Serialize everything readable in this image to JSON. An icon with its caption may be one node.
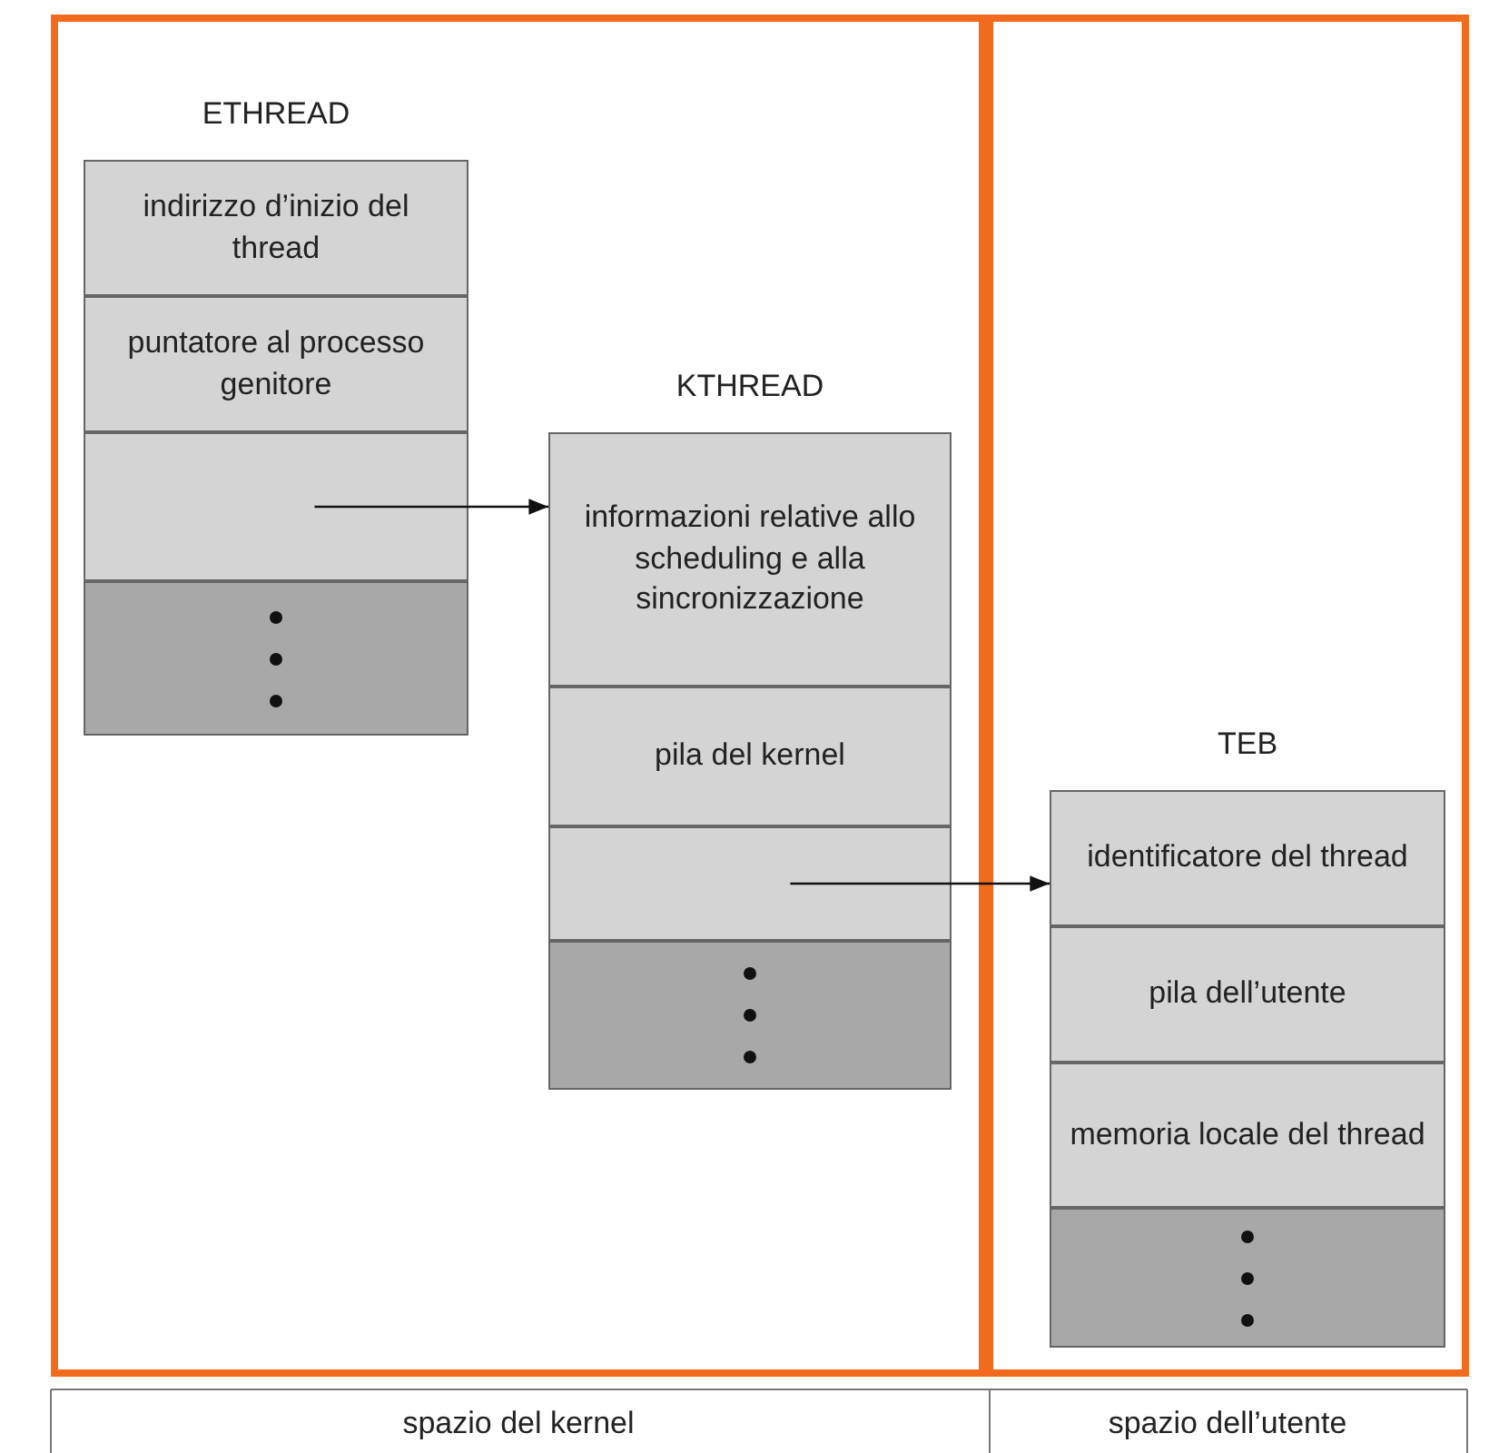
{
  "diagram": {
    "nodes": [
      {
        "text": [
          "spazio del kernel"
        ]
      },
      {
        "text": [
          "ETHREAD"
        ],
        "in": 0
      },
      {
        "text": [
          "indirizzo d’inizio del thread"
        ],
        "in": 1
      },
      {
        "text": [
          "puntatore al processo genitore"
        ],
        "in": 1
      },
      {
        "text": [],
        "shape": "box",
        "in": 1
      },
      {
        "text": [],
        "shape": "box",
        "in": 1
      },
      {
        "text": [
          "KTHREAD"
        ],
        "in": 0
      },
      {
        "text": [
          "informazioni relative allo scheduling e alla sincronizzazione"
        ],
        "in": 6
      },
      {
        "text": [
          "pila del kernel"
        ],
        "in": 6
      },
      {
        "text": [],
        "shape": "box",
        "in": 6
      },
      {
        "text": [],
        "shape": "box",
        "in": 6
      },
      {
        "text": [
          "spazio dell’utente"
        ]
      },
      {
        "text": [
          "TEB"
        ],
        "in": 11
      },
      {
        "text": [
          "identificatore del thread"
        ],
        "in": 12
      },
      {
        "text": [
          "pila dell’utente"
        ],
        "in": 12
      },
      {
        "text": [
          "memoria locale del thread"
        ],
        "in": 12
      },
      {
        "text": [],
        "shape": "box",
        "in": 12
      }
    ],
    "edges": [
      {
        "from": 4,
        "to": 7,
        "arrow": "to"
      },
      {
        "from": 9,
        "to": 13,
        "arrow": "to"
      }
    ]
  }
}
